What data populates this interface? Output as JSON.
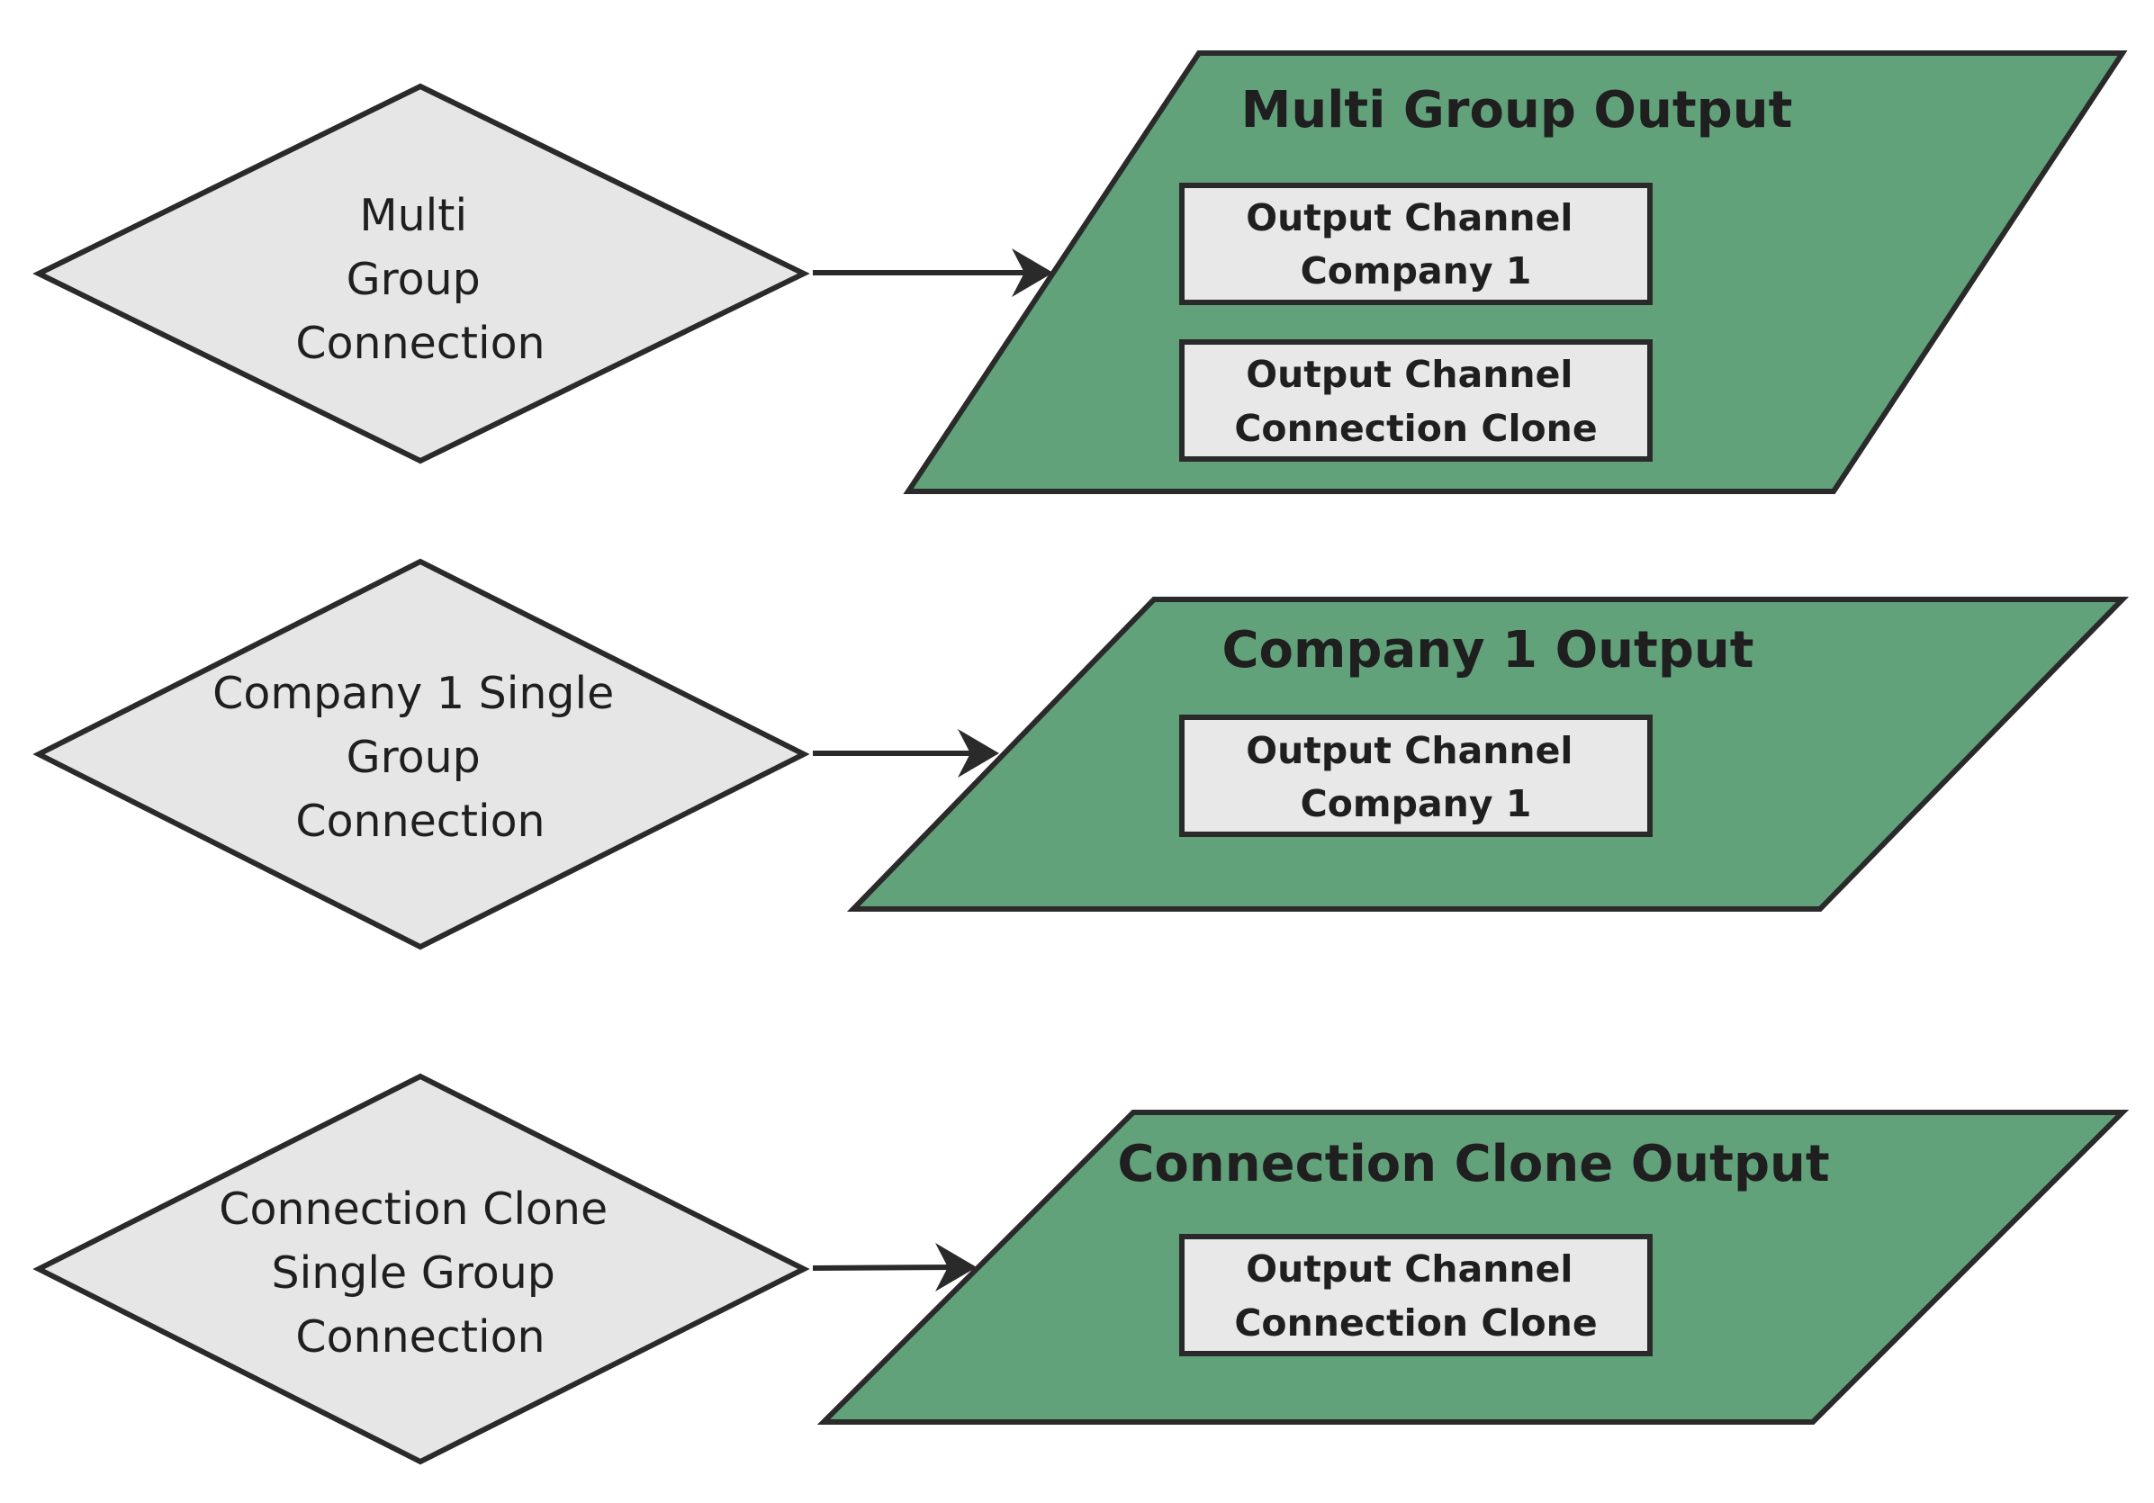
{
  "colors": {
    "decision_fill": "#e6e6e6",
    "output_fill": "#62a27b",
    "channel_fill": "#e8e8e8",
    "stroke": "#2a2a2a"
  },
  "rows": [
    {
      "connection": {
        "lines": [
          "Multi",
          "Group",
          "Connection"
        ]
      },
      "output": {
        "title": "Multi Group Output",
        "channels": [
          {
            "lines": [
              "Output Channel",
              "Company 1"
            ]
          },
          {
            "lines": [
              "Output Channel",
              "Connection Clone"
            ]
          }
        ]
      }
    },
    {
      "connection": {
        "lines": [
          "Company 1 Single",
          "Group",
          "Connection"
        ]
      },
      "output": {
        "title": "Company 1 Output",
        "channels": [
          {
            "lines": [
              "Output Channel",
              "Company 1"
            ]
          }
        ]
      }
    },
    {
      "connection": {
        "lines": [
          "Connection Clone",
          "Single Group",
          "Connection"
        ]
      },
      "output": {
        "title": "Connection Clone Output",
        "channels": [
          {
            "lines": [
              "Output Channel",
              "Connection Clone"
            ]
          }
        ]
      }
    }
  ]
}
